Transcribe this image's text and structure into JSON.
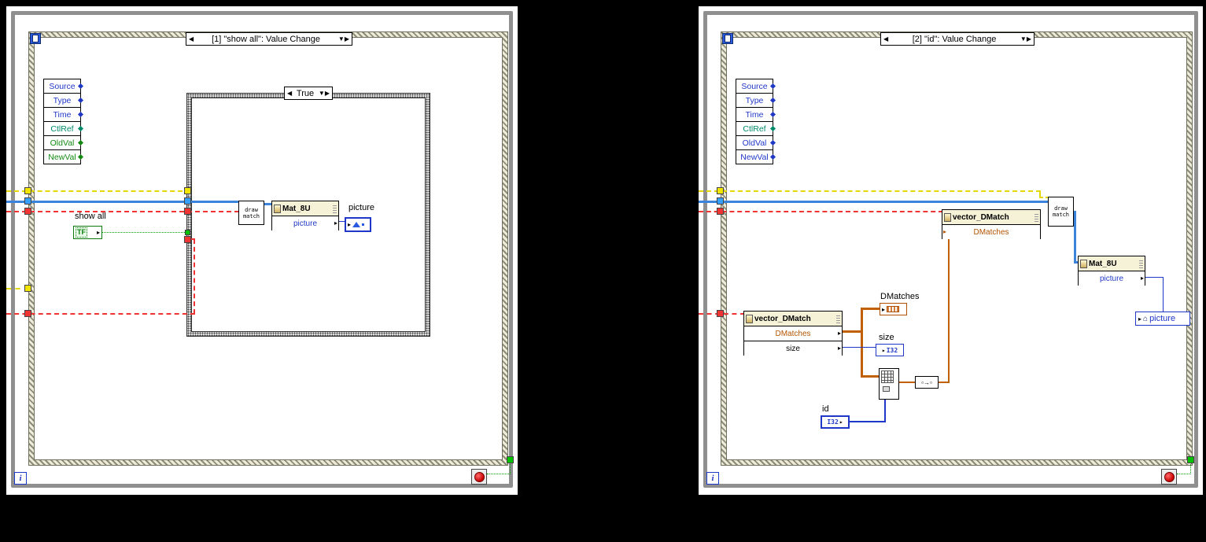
{
  "colors": {
    "wire_yellow": "#e3d800",
    "wire_ref_blue": "#3a84dc",
    "wire_class_red": "#f03434",
    "wire_bool_green": "#00a400",
    "wire_cluster_orange": "#c06000",
    "wire_int_blue": "#2038c8",
    "tunnel_green": "#00c400",
    "stop_red": "#c80000",
    "structure_gray": "#8f8f8f"
  },
  "icons": {
    "left_arrow": "◀",
    "right_arrow": "▶",
    "dropdown_arrow": "▼",
    "output_arrow": "▸",
    "house": "⌂",
    "convert_glyph": "▫→▫"
  },
  "left_panel": {
    "event_selector": "[1] \"show all\": Value Change",
    "event_node_items": [
      {
        "label": "Source"
      },
      {
        "label": "Type"
      },
      {
        "label": "Time"
      },
      {
        "label": "CtlRef"
      },
      {
        "label": "OldVal"
      },
      {
        "label": "NewVal"
      }
    ],
    "case_selector": "True",
    "show_all_label": "show all",
    "show_all_value": "TF",
    "draw_match_line1": "draw",
    "draw_match_line2": "match",
    "mat_node_title": "Mat_8U",
    "mat_node_row": "picture",
    "picture_label": "picture",
    "iteration_label": "i"
  },
  "right_panel": {
    "event_selector": "[2] \"id\": Value Change",
    "event_node_items": [
      {
        "label": "Source"
      },
      {
        "label": "Type"
      },
      {
        "label": "Time"
      },
      {
        "label": "CtlRef"
      },
      {
        "label": "OldVal"
      },
      {
        "label": "NewVal"
      }
    ],
    "vector_top_title": "vector_DMatch",
    "vector_top_row": "DMatches",
    "vector_bottom_title": "vector_DMatch",
    "vector_bottom_row1": "DMatches",
    "vector_bottom_row2": "size",
    "dmatches_indicator_label": "DMatches",
    "size_label": "size",
    "size_type": "I32",
    "id_label": "id",
    "id_type": "I32",
    "draw_match_line1": "draw",
    "draw_match_line2": "match",
    "mat_node_title": "Mat_8U",
    "mat_node_row": "picture",
    "picture_indicator_label": "picture",
    "iteration_label": "i"
  }
}
